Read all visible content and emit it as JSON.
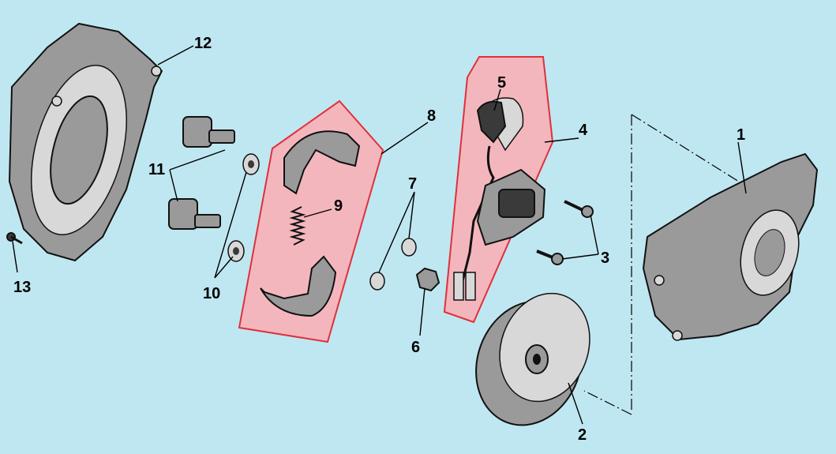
{
  "diagram": {
    "background": "#bfe7f1",
    "highlight_color": "#f4b6bd",
    "highlight_border": "#e0303a",
    "labels": [
      "1",
      "2",
      "3",
      "4",
      "5",
      "6",
      "7",
      "8",
      "9",
      "10",
      "11",
      "12",
      "13"
    ]
  }
}
